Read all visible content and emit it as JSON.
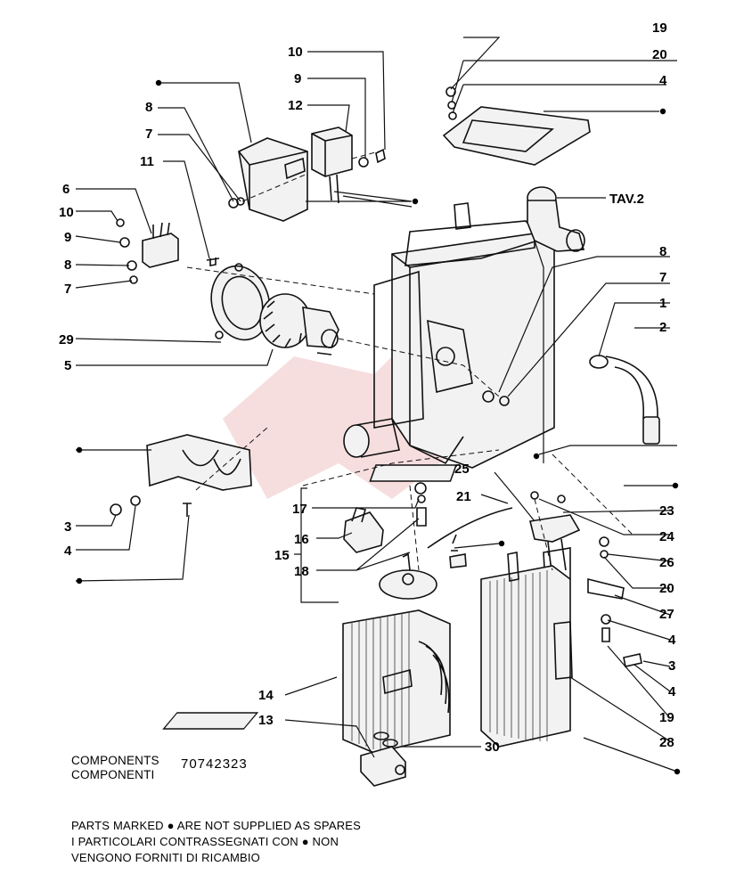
{
  "callouts": {
    "top_right_19": "19",
    "top_right_20": "20",
    "top_right_4": "4",
    "tav2": "TAV.2",
    "r8": "8",
    "r7": "7",
    "r1": "1",
    "r2": "2",
    "r23": "23",
    "r24": "24",
    "r26": "26",
    "r20b": "20",
    "r27": "27",
    "r4b": "4",
    "r3": "3",
    "r4c": "4",
    "r19b": "19",
    "r28": "28",
    "r25": "25",
    "r21": "21",
    "r30": "30",
    "t10": "10",
    "t9": "9",
    "t12": "12",
    "t8": "8",
    "t7": "7",
    "t11": "11",
    "l6": "6",
    "l10": "10",
    "l9": "9",
    "l8": "8",
    "l7": "7",
    "l29": "29",
    "l5": "5",
    "l3": "3",
    "l4": "4",
    "c17": "17",
    "c16": "16",
    "c18": "18",
    "c15": "15",
    "c14": "14",
    "c13": "13"
  },
  "legend": {
    "components_en": "COMPONENTS",
    "components_it": "COMPONENTI",
    "code": "70742323"
  },
  "footnote": {
    "line1": "PARTS MARKED ● ARE NOT SUPPLIED AS SPARES",
    "line2": "I PARTICOLARI CONTRASSEGNATI CON  ●  NON",
    "line3": "VENGONO FORNITI DI RICAMBIO"
  },
  "colors": {
    "line": "#111111",
    "watermark": "#e8a0a0",
    "background": "#ffffff"
  }
}
